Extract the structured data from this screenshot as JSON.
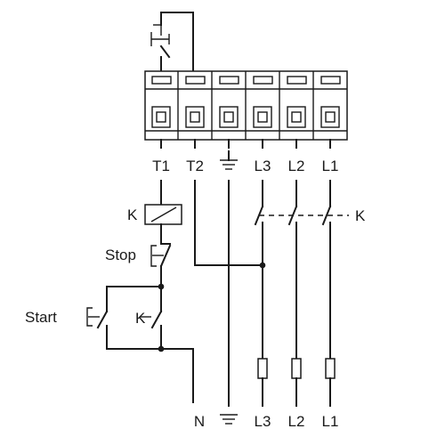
{
  "terminals": {
    "t1": "T1",
    "t2": "T2",
    "l3": "L3",
    "l2": "L2",
    "l1": "L1"
  },
  "supply": {
    "n": "N",
    "l3": "L3",
    "l2": "L2",
    "l1": "L1"
  },
  "components": {
    "coil_label": "K",
    "contactor_label": "K",
    "stop_label": "Stop",
    "start_label": "Start",
    "start_symbol": "[-",
    "stop_symbol": "[-",
    "aux_contact_label": "K"
  }
}
